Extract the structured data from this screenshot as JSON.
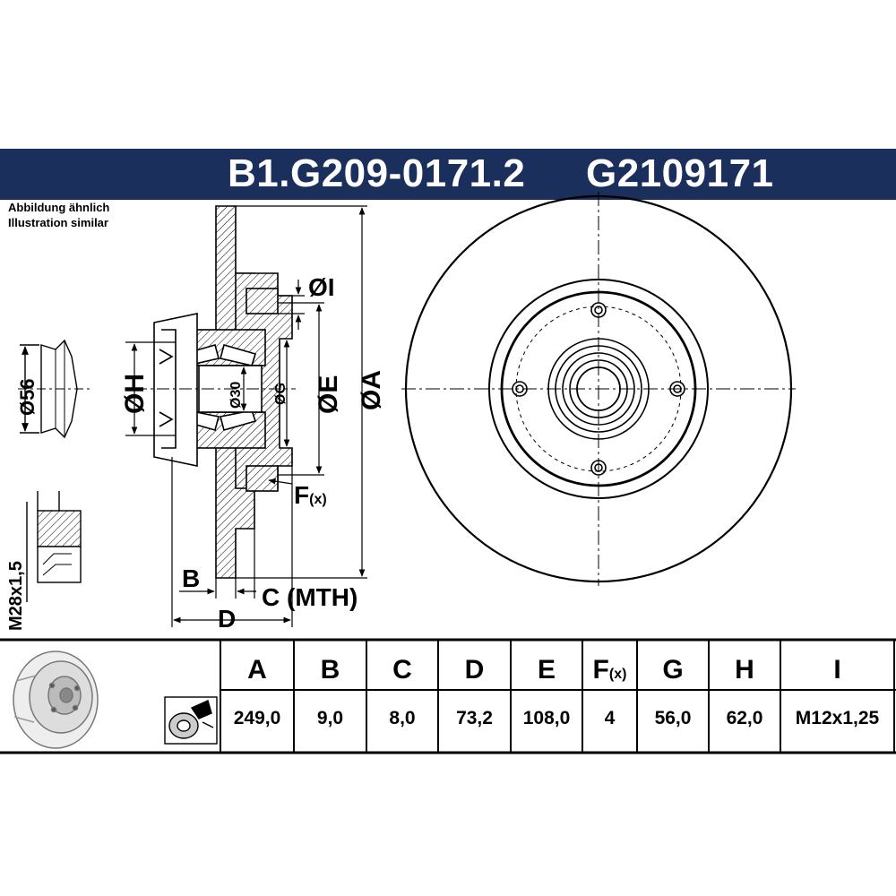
{
  "header": {
    "part_number_1": "B1.G209-0171.2",
    "part_number_2": "G2109171",
    "background_color": "#1b2f5c"
  },
  "notes": {
    "line1": "Abbildung ähnlich",
    "line2": "Illustration similar"
  },
  "drawing_labels": {
    "dia_a": "ØA",
    "dia_e": "ØE",
    "dia_g": "ØG",
    "dia_30": "Ø30",
    "dia_h": "ØH",
    "dia_i": "ØI",
    "dia_56": "Ø56",
    "f_label": "F",
    "f_sub": "(x)",
    "b_label": "B",
    "c_label": "C (MTH)",
    "d_label": "D",
    "thread": "M28x1,5"
  },
  "spec_table": {
    "headers": [
      "A",
      "B",
      "C",
      "D",
      "E",
      "F",
      "G",
      "H",
      "I"
    ],
    "f_header_sub": "(x)",
    "values": [
      "249,0",
      "9,0",
      "8,0",
      "73,2",
      "108,0",
      "4",
      "56,0",
      "62,0",
      "M12x1,25"
    ]
  },
  "icons": {
    "disc_thumbnail": "brake-disc-thumbnail-icon",
    "bearing": "wheel-bearing-icon"
  }
}
